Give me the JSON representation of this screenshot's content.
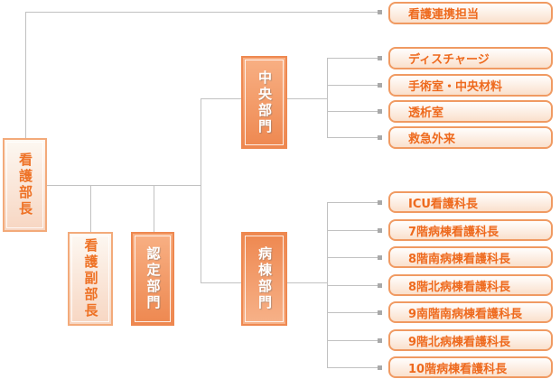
{
  "org_chart": {
    "root": {
      "label": "看護部長"
    },
    "liaison": {
      "label": "看護連携担当"
    },
    "deputy": {
      "label": "看護副部長"
    },
    "certified": {
      "label": "認定部門"
    },
    "central": {
      "label": "中央部門",
      "children": [
        {
          "label": "ディスチャージ"
        },
        {
          "label": "手術室・中央材料"
        },
        {
          "label": "透析室"
        },
        {
          "label": "救急外来"
        }
      ]
    },
    "ward": {
      "label": "病棟部門",
      "children": [
        {
          "label": "ICU看護科長"
        },
        {
          "label": "7階病棟看護科長"
        },
        {
          "label": "8階南病棟看護科長"
        },
        {
          "label": "8階北病棟看護科長"
        },
        {
          "label": "9南階南病棟看護科長"
        },
        {
          "label": "9階北病棟看護科長"
        },
        {
          "label": "10階病棟看護科長"
        }
      ]
    },
    "colors": {
      "node_orange": "#ee8850",
      "leaf_border": "#f09a62",
      "leaf_text": "#ee6a1e",
      "light_node_text": "#ee7226",
      "connector_line": "#c1c1c1",
      "connector_anchor": "#a9a9a9"
    }
  }
}
